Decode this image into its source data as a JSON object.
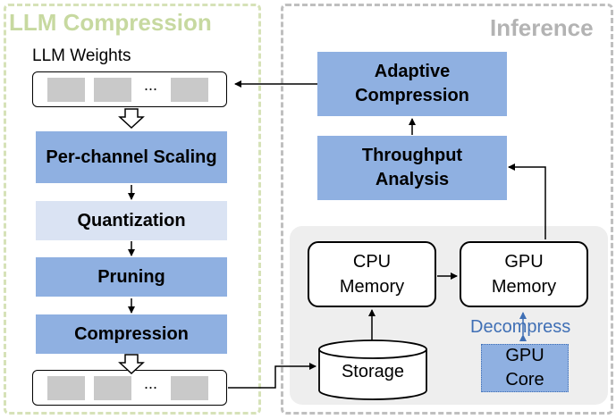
{
  "left_panel": {
    "title": "LLM Compression",
    "weights_label": "LLM Weights",
    "ellipsis": "...",
    "steps": [
      "Per-channel Scaling",
      "Quantization",
      "Pruning",
      "Compression"
    ]
  },
  "right_panel": {
    "title": "Inference",
    "adaptive": [
      "Adaptive",
      "Compression"
    ],
    "throughput": [
      "Throughput",
      "Analysis"
    ],
    "cpu_memory": [
      "CPU",
      "Memory"
    ],
    "gpu_memory": [
      "GPU",
      "Memory"
    ],
    "decompress": "Decompress",
    "gpu_core": [
      "GPU",
      "Core"
    ],
    "storage": "Storage"
  },
  "colors": {
    "left_border": "#d6e2b8",
    "right_border": "#bfbfbf",
    "block_blue": "#8fb0e1",
    "block_light": "#dae3f3",
    "decompress_text": "#3f6fb5"
  }
}
